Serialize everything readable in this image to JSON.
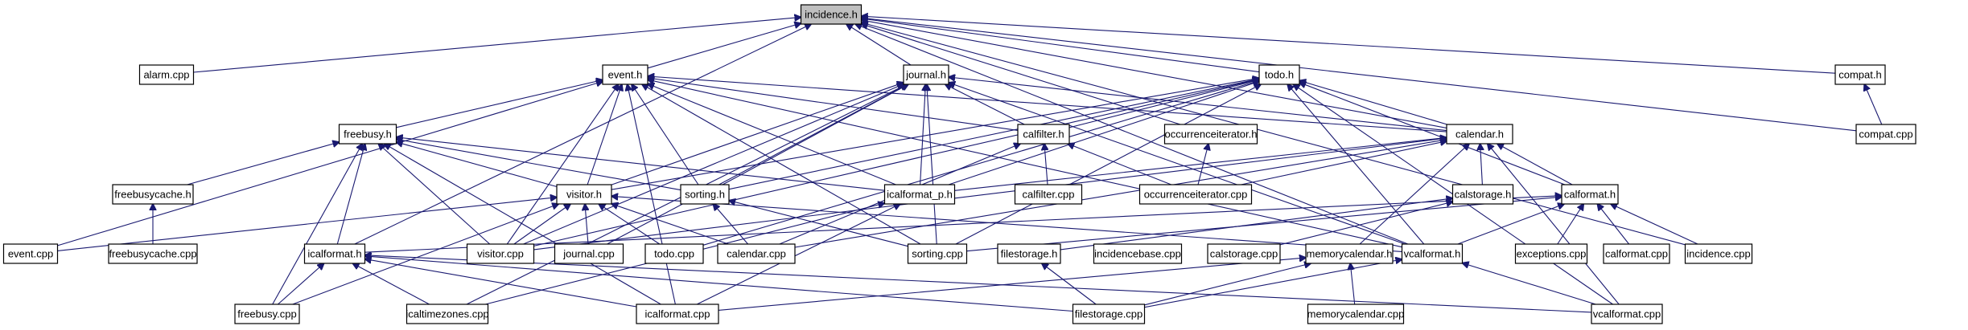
{
  "diagram": {
    "type": "include-dependency-graph",
    "root": "incidence.h",
    "colors": {
      "edge": "#191970",
      "root_fill": "#bfbfbf",
      "node_fill": "#ffffff",
      "node_border": "#000000"
    },
    "nodes": [
      {
        "id": "incidence_h",
        "label": "incidence.h",
        "root": true
      },
      {
        "id": "alarm_cpp",
        "label": "alarm.cpp"
      },
      {
        "id": "event_h",
        "label": "event.h"
      },
      {
        "id": "journal_h",
        "label": "journal.h"
      },
      {
        "id": "todo_h",
        "label": "todo.h"
      },
      {
        "id": "compat_h",
        "label": "compat.h"
      },
      {
        "id": "freebusy_h",
        "label": "freebusy.h"
      },
      {
        "id": "calfilter_h",
        "label": "calfilter.h"
      },
      {
        "id": "occurrenceiterator_h",
        "label": "occurrenceiterator.h"
      },
      {
        "id": "calendar_h",
        "label": "calendar.h"
      },
      {
        "id": "compat_cpp",
        "label": "compat.cpp"
      },
      {
        "id": "freebusycache_h",
        "label": "freebusycache.h"
      },
      {
        "id": "visitor_h",
        "label": "visitor.h"
      },
      {
        "id": "sorting_h",
        "label": "sorting.h"
      },
      {
        "id": "icalformat_p_h",
        "label": "icalformat_p.h"
      },
      {
        "id": "calfilter_cpp",
        "label": "calfilter.cpp"
      },
      {
        "id": "occurrenceiterator_cpp",
        "label": "occurrenceiterator.cpp"
      },
      {
        "id": "calstorage_h",
        "label": "calstorage.h"
      },
      {
        "id": "calformat_h",
        "label": "calformat.h"
      },
      {
        "id": "event_cpp",
        "label": "event.cpp"
      },
      {
        "id": "freebusycache_cpp",
        "label": "freebusycache.cpp"
      },
      {
        "id": "icalformat_h",
        "label": "icalformat.h"
      },
      {
        "id": "visitor_cpp",
        "label": "visitor.cpp"
      },
      {
        "id": "journal_cpp",
        "label": "journal.cpp"
      },
      {
        "id": "todo_cpp",
        "label": "todo.cpp"
      },
      {
        "id": "calendar_cpp",
        "label": "calendar.cpp"
      },
      {
        "id": "sorting_cpp",
        "label": "sorting.cpp"
      },
      {
        "id": "filestorage_h",
        "label": "filestorage.h"
      },
      {
        "id": "incidencebase_cpp",
        "label": "incidencebase.cpp"
      },
      {
        "id": "calstorage_cpp",
        "label": "calstorage.cpp"
      },
      {
        "id": "memorycalendar_h",
        "label": "memorycalendar.h"
      },
      {
        "id": "vcalformat_h",
        "label": "vcalformat.h"
      },
      {
        "id": "exceptions_cpp",
        "label": "exceptions.cpp"
      },
      {
        "id": "calformat_cpp",
        "label": "calformat.cpp"
      },
      {
        "id": "incidence_cpp",
        "label": "incidence.cpp"
      },
      {
        "id": "freebusy_cpp",
        "label": "freebusy.cpp"
      },
      {
        "id": "icaltimezones_cpp",
        "label": "icaltimezones.cpp"
      },
      {
        "id": "icalformat_cpp",
        "label": "icalformat.cpp"
      },
      {
        "id": "filestorage_cpp",
        "label": "filestorage.cpp"
      },
      {
        "id": "memorycalendar_cpp",
        "label": "memorycalendar.cpp"
      },
      {
        "id": "vcalformat_cpp",
        "label": "vcalformat.cpp"
      }
    ],
    "edges": [
      [
        "alarm_cpp",
        "incidence_h"
      ],
      [
        "event_h",
        "incidence_h"
      ],
      [
        "journal_h",
        "incidence_h"
      ],
      [
        "todo_h",
        "incidence_h"
      ],
      [
        "compat_h",
        "incidence_h"
      ],
      [
        "compat_cpp",
        "incidence_h"
      ],
      [
        "occurrenceiterator_h",
        "incidence_h"
      ],
      [
        "calendar_h",
        "incidence_h"
      ],
      [
        "icalformat_h",
        "incidence_h"
      ],
      [
        "vcalformat_h",
        "incidence_h"
      ],
      [
        "incidence_cpp",
        "incidence_h"
      ],
      [
        "compat_cpp",
        "compat_h"
      ],
      [
        "freebusy_h",
        "event_h"
      ],
      [
        "event_cpp",
        "event_h"
      ],
      [
        "visitor_h",
        "event_h"
      ],
      [
        "visitor_cpp",
        "event_h"
      ],
      [
        "sorting_h",
        "event_h"
      ],
      [
        "sorting_cpp",
        "event_h"
      ],
      [
        "calfilter_h",
        "event_h"
      ],
      [
        "calendar_h",
        "event_h"
      ],
      [
        "icalformat_p_h",
        "event_h"
      ],
      [
        "vcalformat_h",
        "event_h"
      ],
      [
        "icalformat_cpp",
        "event_h"
      ],
      [
        "visitor_h",
        "journal_h"
      ],
      [
        "visitor_cpp",
        "journal_h"
      ],
      [
        "journal_cpp",
        "journal_h"
      ],
      [
        "sorting_h",
        "journal_h"
      ],
      [
        "sorting_cpp",
        "journal_h"
      ],
      [
        "calfilter_h",
        "journal_h"
      ],
      [
        "calendar_h",
        "journal_h"
      ],
      [
        "icalformat_p_h",
        "journal_h"
      ],
      [
        "vcalformat_h",
        "journal_h"
      ],
      [
        "icaltimezones_cpp",
        "journal_h"
      ],
      [
        "visitor_h",
        "todo_h"
      ],
      [
        "calfilter_h",
        "todo_h"
      ],
      [
        "calendar_h",
        "todo_h"
      ],
      [
        "sorting_h",
        "todo_h"
      ],
      [
        "icalformat_p_h",
        "todo_h"
      ],
      [
        "todo_cpp",
        "todo_h"
      ],
      [
        "visitor_cpp",
        "todo_h"
      ],
      [
        "sorting_cpp",
        "todo_h"
      ],
      [
        "vcalformat_h",
        "todo_h"
      ],
      [
        "calformat_h",
        "todo_h"
      ],
      [
        "vcalformat_cpp",
        "todo_h"
      ],
      [
        "freebusycache_h",
        "freebusy_h"
      ],
      [
        "freebusy_cpp",
        "freebusy_h"
      ],
      [
        "icalformat_h",
        "freebusy_h"
      ],
      [
        "visitor_h",
        "freebusy_h"
      ],
      [
        "visitor_cpp",
        "freebusy_h"
      ],
      [
        "icalformat_p_h",
        "freebusy_h"
      ],
      [
        "sorting_h",
        "freebusy_h"
      ],
      [
        "icalformat_cpp",
        "freebusy_h"
      ],
      [
        "freebusycache_cpp",
        "freebusycache_h"
      ],
      [
        "calfilter_cpp",
        "calfilter_h"
      ],
      [
        "occurrenceiterator_cpp",
        "calfilter_h"
      ],
      [
        "calendar_cpp",
        "calfilter_h"
      ],
      [
        "occurrenceiterator_cpp",
        "occurrenceiterator_h"
      ],
      [
        "calstorage_h",
        "calendar_h"
      ],
      [
        "calformat_h",
        "calendar_h"
      ],
      [
        "icalformat_p_h",
        "calendar_h"
      ],
      [
        "occurrenceiterator_cpp",
        "calendar_h"
      ],
      [
        "memorycalendar_h",
        "calendar_h"
      ],
      [
        "calendar_cpp",
        "calendar_h"
      ],
      [
        "visitor_cpp",
        "calendar_h"
      ],
      [
        "vcalformat_cpp",
        "calendar_h"
      ],
      [
        "event_cpp",
        "visitor_h"
      ],
      [
        "freebusy_cpp",
        "visitor_h"
      ],
      [
        "visitor_cpp",
        "visitor_h"
      ],
      [
        "journal_cpp",
        "visitor_h"
      ],
      [
        "todo_cpp",
        "visitor_h"
      ],
      [
        "calendar_cpp",
        "visitor_h"
      ],
      [
        "vcalformat_h",
        "visitor_h"
      ],
      [
        "calendar_cpp",
        "sorting_h"
      ],
      [
        "sorting_cpp",
        "sorting_h"
      ],
      [
        "icaltimezones_cpp",
        "icalformat_p_h"
      ],
      [
        "icalformat_cpp",
        "icalformat_p_h"
      ],
      [
        "filestorage_h",
        "calstorage_h"
      ],
      [
        "calstorage_cpp",
        "calstorage_h"
      ],
      [
        "icalformat_h",
        "calformat_h"
      ],
      [
        "vcalformat_h",
        "calformat_h"
      ],
      [
        "exceptions_cpp",
        "calformat_h"
      ],
      [
        "calformat_cpp",
        "calformat_h"
      ],
      [
        "incidence_cpp",
        "calformat_h"
      ],
      [
        "sorting_cpp",
        "calformat_h"
      ],
      [
        "freebusy_cpp",
        "icalformat_h"
      ],
      [
        "icaltimezones_cpp",
        "icalformat_h"
      ],
      [
        "icalformat_cpp",
        "icalformat_h"
      ],
      [
        "filestorage_cpp",
        "icalformat_h"
      ],
      [
        "vcalformat_cpp",
        "icalformat_h"
      ],
      [
        "filestorage_cpp",
        "filestorage_h"
      ],
      [
        "icalformat_cpp",
        "memorycalendar_h"
      ],
      [
        "filestorage_cpp",
        "memorycalendar_h"
      ],
      [
        "memorycalendar_cpp",
        "memorycalendar_h"
      ],
      [
        "filestorage_cpp",
        "vcalformat_h"
      ],
      [
        "vcalformat_cpp",
        "vcalformat_h"
      ]
    ]
  }
}
